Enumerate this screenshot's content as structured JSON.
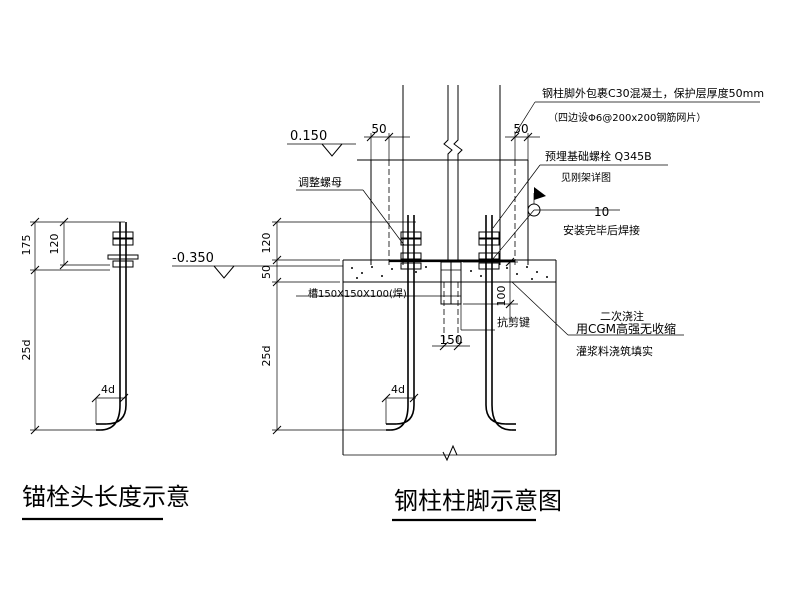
{
  "titles": {
    "left_title": "锚栓头长度示意",
    "right_title": "钢柱柱脚示意图"
  },
  "notes": {
    "encasement": "钢柱脚外包裹C30混凝土，保护层厚度50mm",
    "mesh": "（四边设Φ6@200x200钢筋网片）",
    "anchor_bolt": "预埋基础螺栓 Q345B",
    "see_frame": "见刚架详图",
    "adjust_nut": "调整螺母",
    "weld_after": "安装完毕后焊接",
    "shear_key_size": "槽150X150X100(焊)",
    "shear_key": "抗剪键",
    "grout_1": "二次浇注",
    "grout_2": "用CGM高强无收缩",
    "grout_3": "灌浆料浇筑填实"
  },
  "elevations": {
    "top": "0.150",
    "base": "-0.350"
  },
  "dimensions": {
    "left_175": "175",
    "left_120": "120",
    "left_25d": "25d",
    "left_4d": "4d",
    "right_120": "120",
    "right_50": "50",
    "right_25d": "25d",
    "right_4d": "4d",
    "cover_left": "50",
    "cover_right": "50",
    "key_150": "150",
    "key_100": "100",
    "weld_size": "10"
  }
}
